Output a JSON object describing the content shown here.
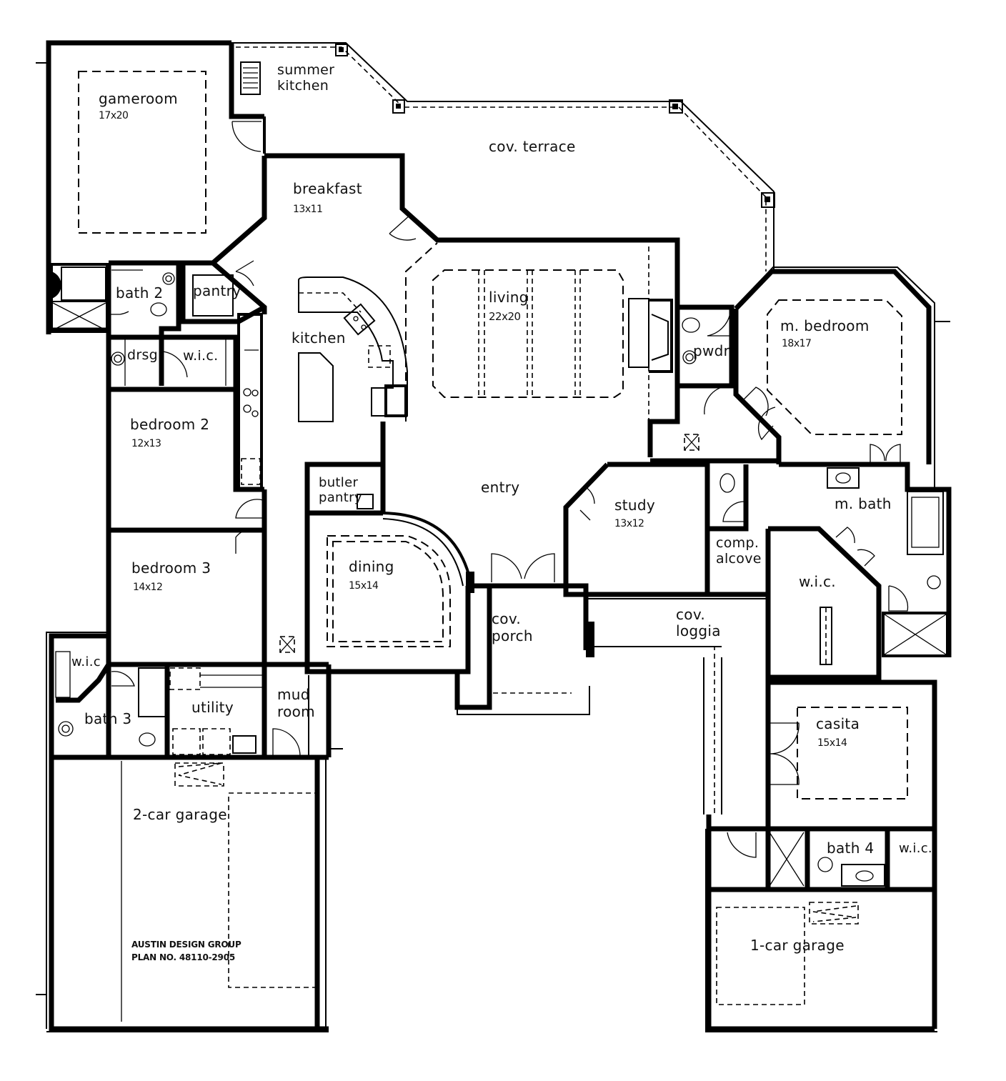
{
  "plan": {
    "credit_line1": "AUSTIN DESIGN GROUP",
    "credit_line2": "PLAN NO. 48110-2905",
    "line_color": "#000000",
    "background": "#ffffff"
  },
  "rooms": {
    "gameroom": {
      "name": "gameroom",
      "size": "17x20"
    },
    "summer_kitchen": {
      "line1": "summer",
      "line2": "kitchen"
    },
    "cov_terrace": {
      "name": "cov. terrace"
    },
    "breakfast": {
      "name": "breakfast",
      "size": "13x11"
    },
    "bath2": {
      "name": "bath 2"
    },
    "pantry": {
      "name": "pantry"
    },
    "kitchen": {
      "name": "kitchen"
    },
    "living": {
      "name": "living",
      "size": "22x20"
    },
    "pwdr": {
      "name": "pwdr"
    },
    "m_bedroom": {
      "name": "m. bedroom",
      "size": "18x17"
    },
    "drsg": {
      "name": "drsg"
    },
    "wic1": {
      "name": "w.i.c."
    },
    "bedroom2": {
      "name": "bedroom 2",
      "size": "12x13"
    },
    "butler_pantry": {
      "line1": "butler",
      "line2": "pantry"
    },
    "entry": {
      "name": "entry"
    },
    "study": {
      "name": "study",
      "size": "13x12"
    },
    "m_bath": {
      "name": "m. bath"
    },
    "comp_alcove": {
      "line1": "comp.",
      "line2": "alcove"
    },
    "wic_master": {
      "name": "w.i.c."
    },
    "bedroom3": {
      "name": "bedroom 3",
      "size": "14x12"
    },
    "dining": {
      "name": "dining",
      "size": "15x14"
    },
    "cov_porch": {
      "line1": "cov.",
      "line2": "porch"
    },
    "cov_loggia": {
      "line1": "cov.",
      "line2": "loggia"
    },
    "wic3": {
      "name": "w.i.c"
    },
    "bath3": {
      "name": "bath 3"
    },
    "utility": {
      "name": "utility"
    },
    "mud_room": {
      "line1": "mud",
      "line2": "room"
    },
    "casita": {
      "name": "casita",
      "size": "15x14"
    },
    "garage2": {
      "name": "2-car garage"
    },
    "bath4": {
      "name": "bath 4"
    },
    "wic4": {
      "name": "w.i.c."
    },
    "garage1": {
      "name": "1-car garage"
    }
  }
}
